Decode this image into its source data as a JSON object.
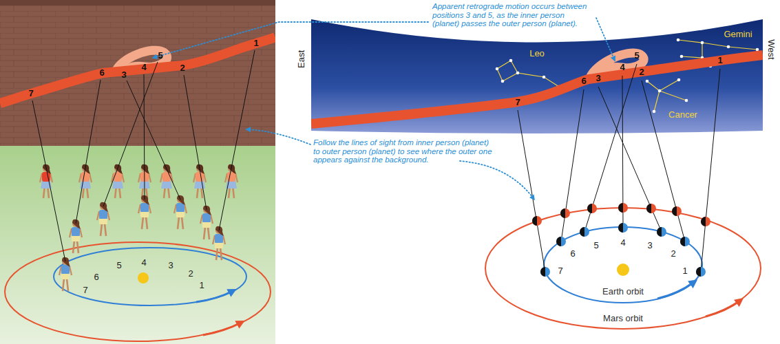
{
  "diagram": {
    "labels": [
      "Apparent retrograde motion occurs between positions 3 and 5, as the inner person (planet) passes the outer person (planet).",
      "East",
      "Leo",
      "Gemini",
      "West",
      "Cancer",
      "7",
      "6",
      "3",
      "4",
      "5",
      "2",
      "1",
      "7",
      "6",
      "5",
      "4",
      "3",
      "2",
      "1",
      "Follow the lines of sight from inner person (planet) to outer person (planet) to see where the outer one appears against the background.",
      "5",
      "4",
      "3",
      "2",
      "1",
      "6",
      "7",
      "5",
      "4",
      "3",
      "6",
      "2",
      "7",
      "1",
      "Earth orbit",
      "Mars orbit"
    ]
  }
}
